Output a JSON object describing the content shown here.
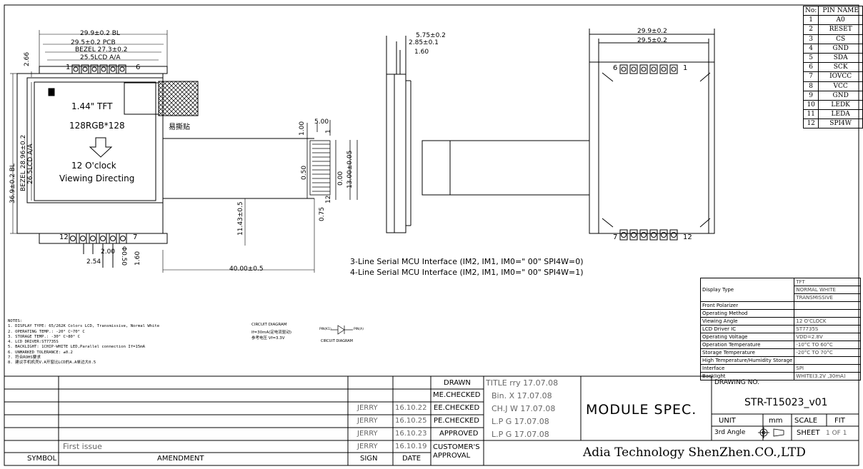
{
  "drawing": {
    "front": {
      "dims_top": [
        "29.9±0.2 BL",
        "29.5±0.2 PCB",
        "BEZEL 27.3±0.2",
        "25.5LCD A/A"
      ],
      "dim_left_small": "2.66",
      "dims_left": [
        "36.9±0.2 BL",
        "BEZEL 28.96±0.2",
        "26.5LCD A/A"
      ],
      "size_label": "1.44\" TFT",
      "resolution_label": "128RGB*128",
      "orientation_label": "12 O'clock",
      "viewing_label": "Viewing Directing",
      "peel_label": "易撕贴",
      "pin_start_top": "1",
      "pin_end_top": "6",
      "pin_start_bottom": "12",
      "pin_end_bottom": "7",
      "dim_pitch": "2.00",
      "dim_pitch2": "2.54",
      "dim_pin_dia": "Φ0.50",
      "dim_pin_len": "1.60",
      "dim_fpc_len": "40.00±0.5",
      "dim_fpc_height": "11.43±0.5"
    },
    "fpc": {
      "dim_width": "5.00",
      "dim_top": "1.00",
      "dim_pitch": "0.50",
      "dim_zero": "0.00",
      "dim_total": "13.00±0.05",
      "dim_bottom": "0.75",
      "pin_first": "1",
      "pin_last": "12"
    },
    "side": {
      "dims": [
        "5.75±0.2",
        "2.85±0.1",
        "1.60"
      ]
    },
    "back": {
      "dims": [
        "29.9±0.2",
        "29.5±0.2"
      ],
      "pin_start_top": "6",
      "pin_end_top": "1",
      "pin_start_bottom": "7",
      "pin_end_bottom": "12"
    },
    "interface_lines": [
      "3-Line Serial MCU Interface (IM2, IM1, IM0=\" 00\"  SPI4W=0)",
      "4-Line Serial MCU Interface (IM2, IM1, IM0=\" 00\"  SPI4W=1)"
    ],
    "circuit": {
      "title": "CIRCUIT DIAGRAM",
      "line1": "If=30mA(定电流驱动)",
      "line2": "参考电压 Vf=3.3V",
      "caption": "CIRCUIT DIAGRAM",
      "left_label": "PIN(K1)",
      "right_label": "PIN(A)"
    }
  },
  "notes": {
    "title": "NOTES:",
    "items": [
      "1. DISPLAY TYPE: 65/262K  Colors LCD, Transmissive, Normal White",
      "2. OPERATING TEMP.: -20° C~70° C",
      "3. STORAGE TEMP.: -30° C~80° C",
      "4. LCD DRIVER:ST7735S",
      "5. BACKLIGHT: 1CHIP-WHITE LED,Parallel connection If=15mA",
      "6. UNMARKED TOLERANCE: ±0.2",
      "7. 符合ROHS要求",
      "8. 建议手机机壳V.A开窗比LCD的A.A单边大0.5"
    ]
  },
  "pin_table": {
    "headers": [
      "No:",
      "PIN NAME"
    ],
    "rows": [
      [
        "1",
        "A0"
      ],
      [
        "2",
        "RESET"
      ],
      [
        "3",
        "CS"
      ],
      [
        "4",
        "GND"
      ],
      [
        "5",
        "SDA"
      ],
      [
        "6",
        "SCK"
      ],
      [
        "7",
        "IOVCC"
      ],
      [
        "8",
        "VCC"
      ],
      [
        "9",
        "GND"
      ],
      [
        "10",
        "LEDK"
      ],
      [
        "11",
        "LEDA"
      ],
      [
        "12",
        "SPI4W"
      ]
    ]
  },
  "spec_table": [
    {
      "label": "",
      "value": "TFT"
    },
    {
      "label": "Display Type",
      "value": "NORMAL WHITE"
    },
    {
      "label": "",
      "value": "TRANSMISSIVE"
    },
    {
      "label": "Front Polarizer",
      "value": ""
    },
    {
      "label": "Operating Method",
      "value": ""
    },
    {
      "label": "Viewing Angle",
      "value": "12 O'CLOCK"
    },
    {
      "label": "LCD Driver IC",
      "value": "ST7735S"
    },
    {
      "label": "Operating Voltage",
      "value": "VDD=2.8V"
    },
    {
      "label": "Operation Temperature",
      "value": "-10°C TO 60°C"
    },
    {
      "label": "Storage Temperature",
      "value": "-20°C TO 70°C"
    },
    {
      "label": "High Temperature/Humidity Storage",
      "value": ""
    },
    {
      "label": "Interface",
      "value": "SPI"
    },
    {
      "label": "Backlight",
      "value": "WHITE(3.2V ,30mA)"
    }
  ],
  "title_block": {
    "revisions": [
      {
        "symbol": "",
        "amendment": "",
        "sign": "JERRY",
        "date": "16.10.22"
      },
      {
        "symbol": "",
        "amendment": "",
        "sign": "JERRY",
        "date": "16.10.25"
      },
      {
        "symbol": "",
        "amendment": "",
        "sign": "JERRY",
        "date": "16.10.23"
      },
      {
        "symbol": "",
        "amendment": "First issue",
        "sign": "JERRY",
        "date": "16.10.19"
      }
    ],
    "headers": {
      "symbol": "SYMBOL",
      "amendment": "AMENDMENT",
      "sign": "SIGN",
      "date": "DATE"
    },
    "approvals": [
      {
        "role": "DRAWN",
        "value": "TITLE rry 17.07.08"
      },
      {
        "role": "ME.CHECKED",
        "value": "Bin. X 17.07.08"
      },
      {
        "role": "EE.CHECKED",
        "value": "CH.J W 17.07.08"
      },
      {
        "role": "PE.CHECKED",
        "value": "L.P G 17.07.08"
      },
      {
        "role": "APPROVED",
        "value": "L.P G 17.07.08"
      }
    ],
    "customer_approval": "CUSTOMER'S APPROVAL",
    "module_spec": "MODULE SPEC.",
    "drawing_no_label": "DRAWING NO.",
    "drawing_no": "STR-T15023_v01",
    "unit_label": "UNIT",
    "unit_value": "mm",
    "scale_label": "SCALE",
    "scale_value": "FIT",
    "angle_label": "3rd Angle",
    "sheet_label": "SHEET",
    "sheet_value": "1 OF   1",
    "company": "Adia Technology ShenZhen.CO.,LTD"
  }
}
